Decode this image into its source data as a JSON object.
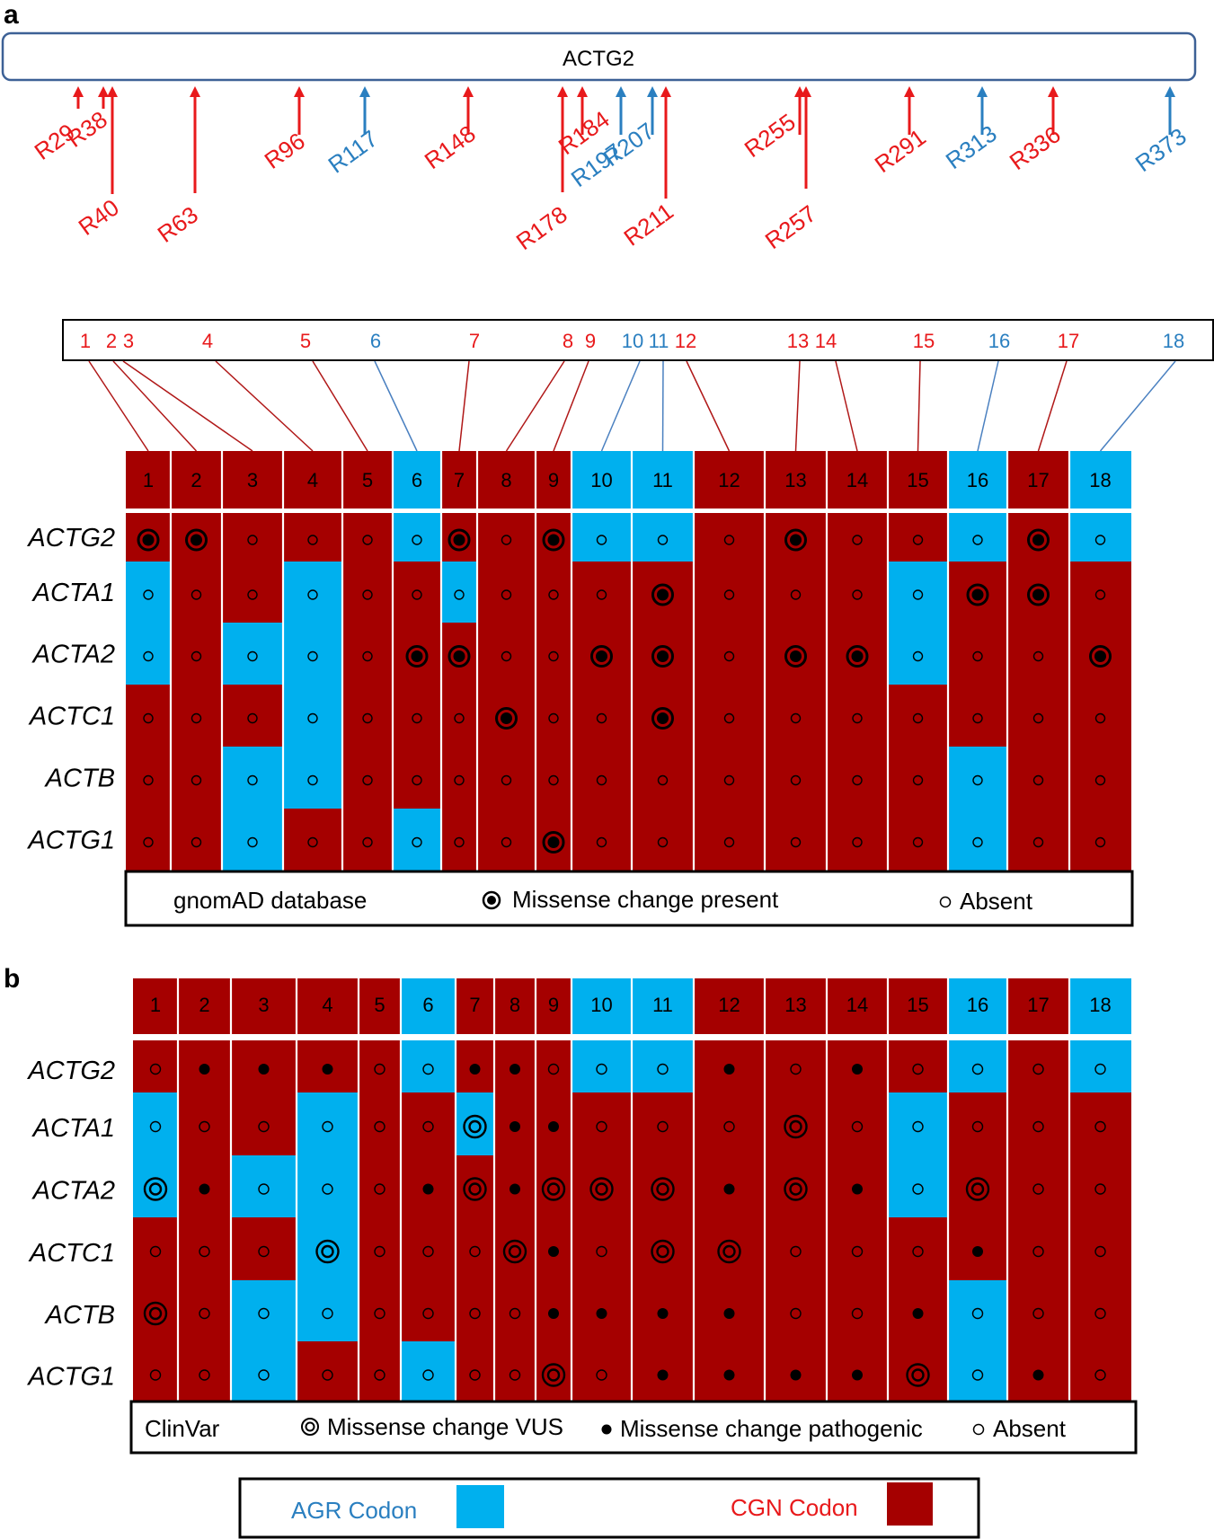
{
  "colors": {
    "cgn": "#a50000",
    "agr": "#00b0ee",
    "red_label": "#e8191b",
    "blue_label": "#2a7fc0",
    "box_border": "#3d6196",
    "connector_red": "#b01818",
    "connector_blue": "#4a80c0"
  },
  "panel_a": {
    "letter": "a",
    "gene_bar_label": "ACTG2",
    "residues": [
      {
        "label": "R29",
        "type": "CGN"
      },
      {
        "label": "R38",
        "type": "CGN"
      },
      {
        "label": "R40",
        "type": "CGN"
      },
      {
        "label": "R63",
        "type": "CGN"
      },
      {
        "label": "R96",
        "type": "CGN"
      },
      {
        "label": "R117",
        "type": "AGR"
      },
      {
        "label": "R148",
        "type": "CGN"
      },
      {
        "label": "R178",
        "type": "CGN"
      },
      {
        "label": "R184",
        "type": "CGN"
      },
      {
        "label": "R197",
        "type": "AGR"
      },
      {
        "label": "R207",
        "type": "AGR"
      },
      {
        "label": "R211",
        "type": "CGN"
      },
      {
        "label": "R255",
        "type": "CGN"
      },
      {
        "label": "R257",
        "type": "CGN"
      },
      {
        "label": "R291",
        "type": "CGN"
      },
      {
        "label": "R313",
        "type": "AGR"
      },
      {
        "label": "R336",
        "type": "CGN"
      },
      {
        "label": "R373",
        "type": "AGR"
      }
    ],
    "index_labels": [
      "1",
      "2",
      "3",
      "4",
      "5",
      "6",
      "7",
      "8",
      "9",
      "10",
      "11",
      "12",
      "13",
      "14",
      "15",
      "16",
      "17",
      "18"
    ],
    "column_labels": [
      "1",
      "2",
      "3",
      "4",
      "5",
      "6",
      "7",
      "8",
      "9",
      "10",
      "11",
      "12",
      "13",
      "14",
      "15",
      "16",
      "17",
      "18"
    ],
    "genes": [
      "ACTG2",
      "ACTA1",
      "ACTA2",
      "ACTC1",
      "ACTB",
      "ACTG1"
    ],
    "codon_types": [
      [
        "CGN",
        "CGN",
        "CGN",
        "CGN",
        "CGN",
        "AGR",
        "CGN",
        "CGN",
        "CGN",
        "AGR",
        "AGR",
        "CGN",
        "CGN",
        "CGN",
        "CGN",
        "AGR",
        "CGN",
        "AGR"
      ],
      [
        "AGR",
        "CGN",
        "CGN",
        "AGR",
        "CGN",
        "CGN",
        "AGR",
        "CGN",
        "CGN",
        "CGN",
        "CGN",
        "CGN",
        "CGN",
        "CGN",
        "AGR",
        "CGN",
        "CGN",
        "CGN"
      ],
      [
        "AGR",
        "CGN",
        "AGR",
        "AGR",
        "CGN",
        "CGN",
        "CGN",
        "CGN",
        "CGN",
        "CGN",
        "CGN",
        "CGN",
        "CGN",
        "CGN",
        "AGR",
        "CGN",
        "CGN",
        "CGN"
      ],
      [
        "CGN",
        "CGN",
        "CGN",
        "AGR",
        "CGN",
        "CGN",
        "CGN",
        "CGN",
        "CGN",
        "CGN",
        "CGN",
        "CGN",
        "CGN",
        "CGN",
        "CGN",
        "CGN",
        "CGN",
        "CGN"
      ],
      [
        "CGN",
        "CGN",
        "AGR",
        "AGR",
        "CGN",
        "CGN",
        "CGN",
        "CGN",
        "CGN",
        "CGN",
        "CGN",
        "CGN",
        "CGN",
        "CGN",
        "CGN",
        "AGR",
        "CGN",
        "CGN"
      ],
      [
        "CGN",
        "CGN",
        "AGR",
        "CGN",
        "CGN",
        "AGR",
        "CGN",
        "CGN",
        "CGN",
        "CGN",
        "CGN",
        "CGN",
        "CGN",
        "CGN",
        "CGN",
        "AGR",
        "CGN",
        "CGN"
      ]
    ],
    "status": [
      [
        "P",
        "P",
        "A",
        "A",
        "A",
        "A",
        "P",
        "A",
        "P",
        "A",
        "A",
        "A",
        "P",
        "A",
        "A",
        "A",
        "P",
        "A"
      ],
      [
        "A",
        "A",
        "A",
        "A",
        "A",
        "A",
        "A",
        "A",
        "A",
        "A",
        "P",
        "A",
        "A",
        "A",
        "A",
        "P",
        "P",
        "A"
      ],
      [
        "A",
        "A",
        "A",
        "A",
        "A",
        "P",
        "P",
        "A",
        "A",
        "P",
        "P",
        "A",
        "P",
        "P",
        "A",
        "A",
        "A",
        "P"
      ],
      [
        "A",
        "A",
        "A",
        "A",
        "A",
        "A",
        "A",
        "P",
        "A",
        "A",
        "P",
        "A",
        "A",
        "A",
        "A",
        "A",
        "A",
        "A"
      ],
      [
        "A",
        "A",
        "A",
        "A",
        "A",
        "A",
        "A",
        "A",
        "A",
        "A",
        "A",
        "A",
        "A",
        "A",
        "A",
        "A",
        "A",
        "A"
      ],
      [
        "A",
        "A",
        "A",
        "A",
        "A",
        "A",
        "A",
        "A",
        "P",
        "A",
        "A",
        "A",
        "A",
        "A",
        "A",
        "A",
        "A",
        "A"
      ]
    ],
    "legend": {
      "source": "gnomAD database",
      "present": "Missense change present",
      "absent": "Absent"
    }
  },
  "panel_b": {
    "letter": "b",
    "column_labels": [
      "1",
      "2",
      "3",
      "4",
      "5",
      "6",
      "7",
      "8",
      "9",
      "10",
      "11",
      "12",
      "13",
      "14",
      "15",
      "16",
      "17",
      "18"
    ],
    "genes": [
      "ACTG2",
      "ACTA1",
      "ACTA2",
      "ACTC1",
      "ACTB",
      "ACTG1"
    ],
    "codon_types": [
      [
        "CGN",
        "CGN",
        "CGN",
        "CGN",
        "CGN",
        "AGR",
        "CGN",
        "CGN",
        "CGN",
        "AGR",
        "AGR",
        "CGN",
        "CGN",
        "CGN",
        "CGN",
        "AGR",
        "CGN",
        "AGR"
      ],
      [
        "AGR",
        "CGN",
        "CGN",
        "AGR",
        "CGN",
        "CGN",
        "AGR",
        "CGN",
        "CGN",
        "CGN",
        "CGN",
        "CGN",
        "CGN",
        "CGN",
        "AGR",
        "CGN",
        "CGN",
        "CGN"
      ],
      [
        "AGR",
        "CGN",
        "AGR",
        "AGR",
        "CGN",
        "CGN",
        "CGN",
        "CGN",
        "CGN",
        "CGN",
        "CGN",
        "CGN",
        "CGN",
        "CGN",
        "AGR",
        "CGN",
        "CGN",
        "CGN"
      ],
      [
        "CGN",
        "CGN",
        "CGN",
        "AGR",
        "CGN",
        "CGN",
        "CGN",
        "CGN",
        "CGN",
        "CGN",
        "CGN",
        "CGN",
        "CGN",
        "CGN",
        "CGN",
        "CGN",
        "CGN",
        "CGN"
      ],
      [
        "CGN",
        "CGN",
        "AGR",
        "AGR",
        "CGN",
        "CGN",
        "CGN",
        "CGN",
        "CGN",
        "CGN",
        "CGN",
        "CGN",
        "CGN",
        "CGN",
        "CGN",
        "AGR",
        "CGN",
        "CGN"
      ],
      [
        "CGN",
        "CGN",
        "AGR",
        "CGN",
        "CGN",
        "AGR",
        "CGN",
        "CGN",
        "CGN",
        "CGN",
        "CGN",
        "CGN",
        "CGN",
        "CGN",
        "CGN",
        "AGR",
        "CGN",
        "CGN"
      ]
    ],
    "status": [
      [
        "A",
        "P",
        "P",
        "P",
        "A",
        "A",
        "P",
        "P",
        "A",
        "A",
        "A",
        "P",
        "A",
        "P",
        "A",
        "A",
        "A",
        "A"
      ],
      [
        "A",
        "A",
        "A",
        "A",
        "A",
        "A",
        "V",
        "P",
        "P",
        "A",
        "A",
        "A",
        "V",
        "A",
        "A",
        "A",
        "A",
        "A"
      ],
      [
        "V",
        "P",
        "A",
        "A",
        "A",
        "P",
        "V",
        "P",
        "V",
        "V",
        "V",
        "P",
        "V",
        "P",
        "A",
        "V",
        "A",
        "A"
      ],
      [
        "A",
        "A",
        "A",
        "V",
        "A",
        "A",
        "A",
        "V",
        "P",
        "A",
        "V",
        "V",
        "A",
        "A",
        "A",
        "P",
        "A",
        "A"
      ],
      [
        "V",
        "A",
        "A",
        "A",
        "A",
        "A",
        "A",
        "A",
        "P",
        "P",
        "P",
        "P",
        "A",
        "A",
        "P",
        "A",
        "A",
        "A"
      ],
      [
        "A",
        "A",
        "A",
        "A",
        "A",
        "A",
        "A",
        "A",
        "V",
        "A",
        "P",
        "P",
        "P",
        "P",
        "V",
        "A",
        "P",
        "A"
      ]
    ],
    "legend": {
      "source": "ClinVar",
      "vus": "Missense change VUS",
      "pathogenic": "Missense change pathogenic",
      "absent": "Absent"
    }
  },
  "codon_legend": {
    "agr_label": "AGR Codon",
    "cgn_label": "CGN Codon"
  }
}
